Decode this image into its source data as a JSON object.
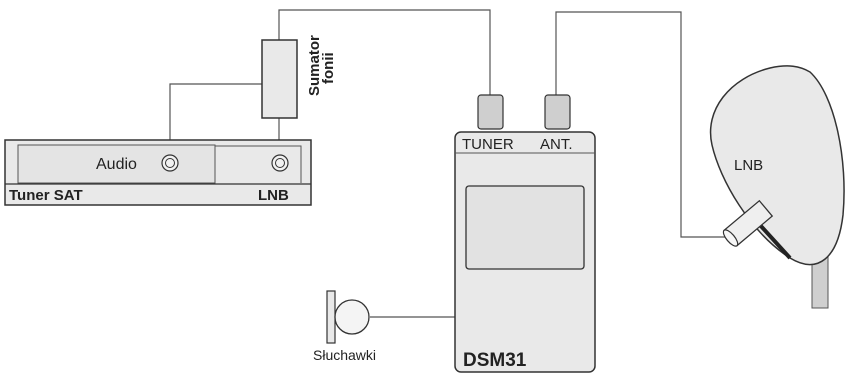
{
  "diagram": {
    "summator": {
      "label_line1": "Sumator",
      "label_line2": "fonii"
    },
    "tuner_sat": {
      "name": "Tuner SAT",
      "audio_label": "Audio",
      "lnb_label": "LNB"
    },
    "meter": {
      "name": "DSM31",
      "tuner_port_label": "TUNER",
      "ant_port_label": "ANT."
    },
    "dish": {
      "lnb_label": "LNB"
    },
    "headphones": {
      "label": "Słuchawki"
    }
  },
  "colors": {
    "device_fill": "#e9e9e9",
    "outline": "#333333",
    "wire": "#555555",
    "connector_fill": "#cfcfcf"
  }
}
